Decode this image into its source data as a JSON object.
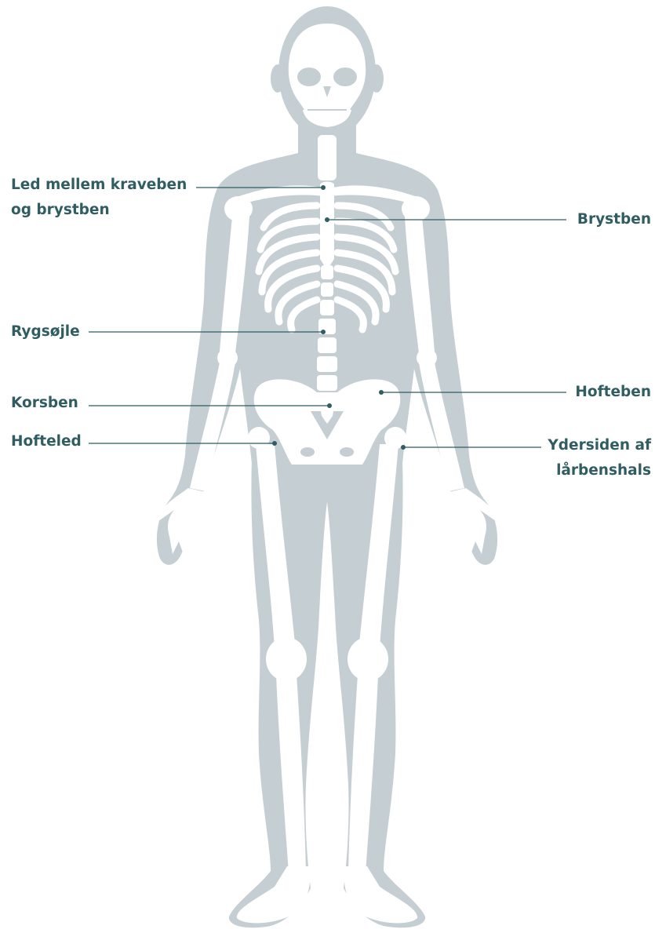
{
  "colors": {
    "silhouette": "#c5cfd3",
    "bone": "#ffffff",
    "label_text": "#2f5d62",
    "leader_line": "#2f5d62"
  },
  "labels": {
    "sternoclavicular_line1": "Led mellem kraveben",
    "sternoclavicular_line2": "og brystben",
    "sternum": "Brystben",
    "spine": "Rygsøjle",
    "hip_bone": "Hofteben",
    "sacrum": "Korsben",
    "hip_joint": "Hofteled",
    "femoral_neck_line1": "Ydersiden af",
    "femoral_neck_line2": "lårbenshals"
  }
}
